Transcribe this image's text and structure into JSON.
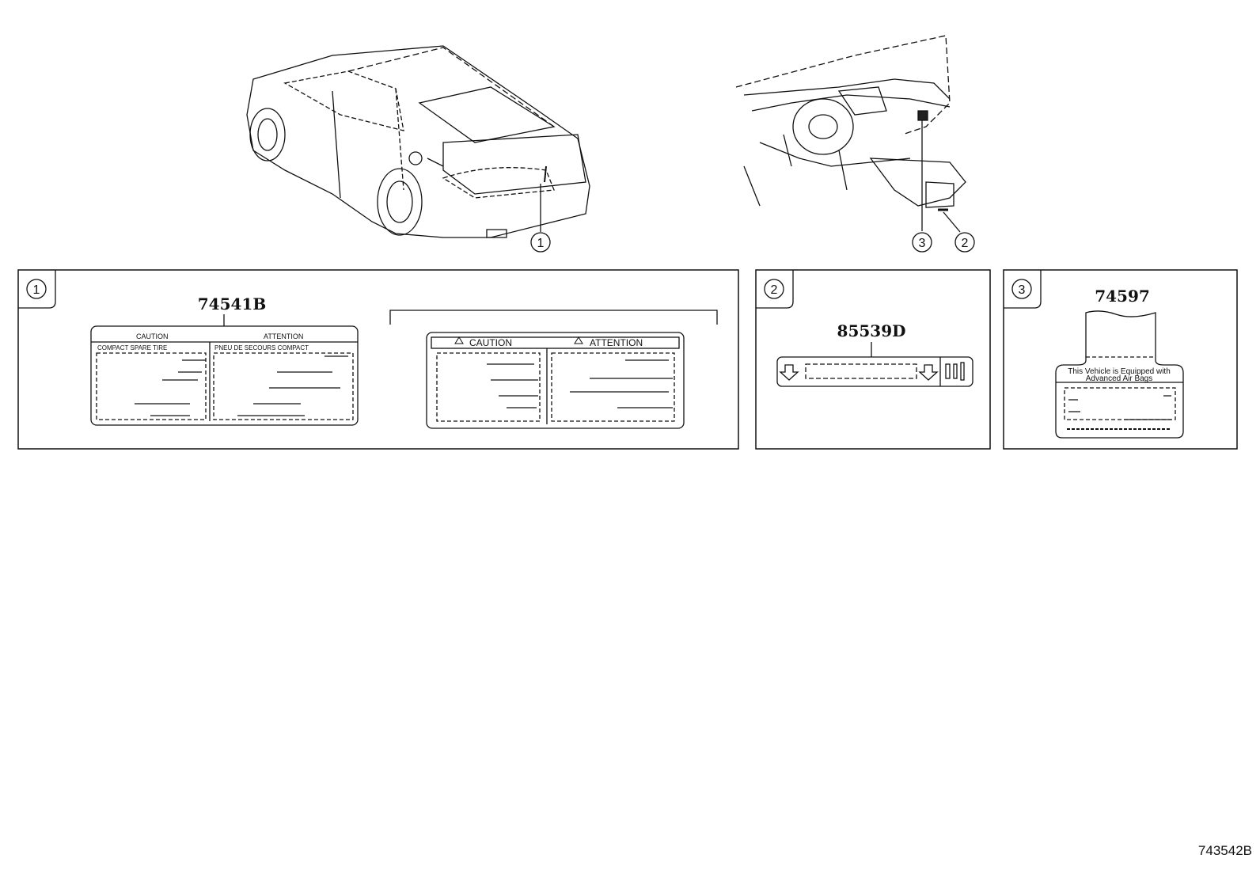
{
  "callouts": {
    "c1": "1",
    "c2": "2",
    "c3": "3"
  },
  "panel1": {
    "part_number": "74541B",
    "label_small": {
      "caution": "CAUTION",
      "attention": "ATTENTION",
      "left_line": "COMPACT SPARE TIRE",
      "right_line": "PNEU DE SECOURS COMPACT"
    },
    "label_large": {
      "caution": "CAUTION",
      "attention": "ATTENTION"
    }
  },
  "panel2": {
    "part_number": "85539D"
  },
  "panel3": {
    "part_number": "74597",
    "airbag_line1": "This Vehicle is Equipped with",
    "airbag_line2": "Advanced Air Bags"
  },
  "figure_id": "743542B"
}
